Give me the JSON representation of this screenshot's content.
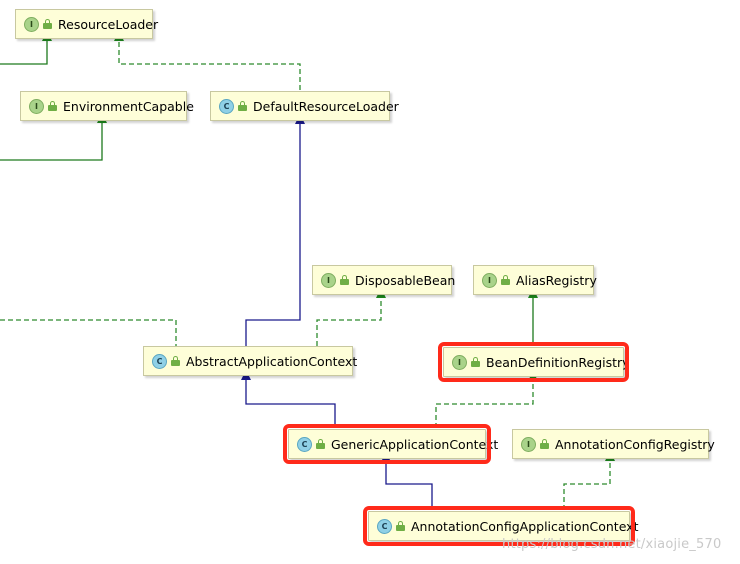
{
  "diagram": {
    "nodes": [
      {
        "id": "ResourceLoader",
        "kind": "I",
        "label": "ResourceLoader",
        "highlighted": false
      },
      {
        "id": "EnvironmentCapable",
        "kind": "I",
        "label": "EnvironmentCapable",
        "highlighted": false
      },
      {
        "id": "DefaultResourceLoader",
        "kind": "C",
        "label": "DefaultResourceLoader",
        "highlighted": false
      },
      {
        "id": "DisposableBean",
        "kind": "I",
        "label": "DisposableBean",
        "highlighted": false
      },
      {
        "id": "AliasRegistry",
        "kind": "I",
        "label": "AliasRegistry",
        "highlighted": false
      },
      {
        "id": "AbstractApplicationContext",
        "kind": "C",
        "label": "AbstractApplicationContext",
        "highlighted": false
      },
      {
        "id": "BeanDefinitionRegistry",
        "kind": "I",
        "label": "BeanDefinitionRegistry",
        "highlighted": true
      },
      {
        "id": "GenericApplicationContext",
        "kind": "C",
        "label": "GenericApplicationContext",
        "highlighted": true
      },
      {
        "id": "AnnotationConfigRegistry",
        "kind": "I",
        "label": "AnnotationConfigRegistry",
        "highlighted": false
      },
      {
        "id": "AnnotationConfigApplicationContext",
        "kind": "C",
        "label": "AnnotationConfigApplicationContext",
        "highlighted": true
      }
    ],
    "edges": [
      {
        "from": "DefaultResourceLoader",
        "to": "ResourceLoader",
        "type": "implements"
      },
      {
        "from": "AbstractApplicationContext",
        "to": "DefaultResourceLoader",
        "type": "extends"
      },
      {
        "from": "AbstractApplicationContext",
        "to": "DisposableBean",
        "type": "implements"
      },
      {
        "from": "BeanDefinitionRegistry",
        "to": "AliasRegistry",
        "type": "extends-interface"
      },
      {
        "from": "GenericApplicationContext",
        "to": "AbstractApplicationContext",
        "type": "extends"
      },
      {
        "from": "GenericApplicationContext",
        "to": "BeanDefinitionRegistry",
        "type": "implements"
      },
      {
        "from": "AnnotationConfigApplicationContext",
        "to": "GenericApplicationContext",
        "type": "extends"
      },
      {
        "from": "AnnotationConfigApplicationContext",
        "to": "AnnotationConfigRegistry",
        "type": "implements"
      }
    ],
    "colors": {
      "implements": "#2e8b2e",
      "extends": "#1a1a8c",
      "interfaceExtends": "#1d7a1d",
      "highlight": "#ff2a1a",
      "nodeFill": "#fefed8"
    }
  },
  "watermark": "https://blog.csdn.net/xiaojie_570"
}
